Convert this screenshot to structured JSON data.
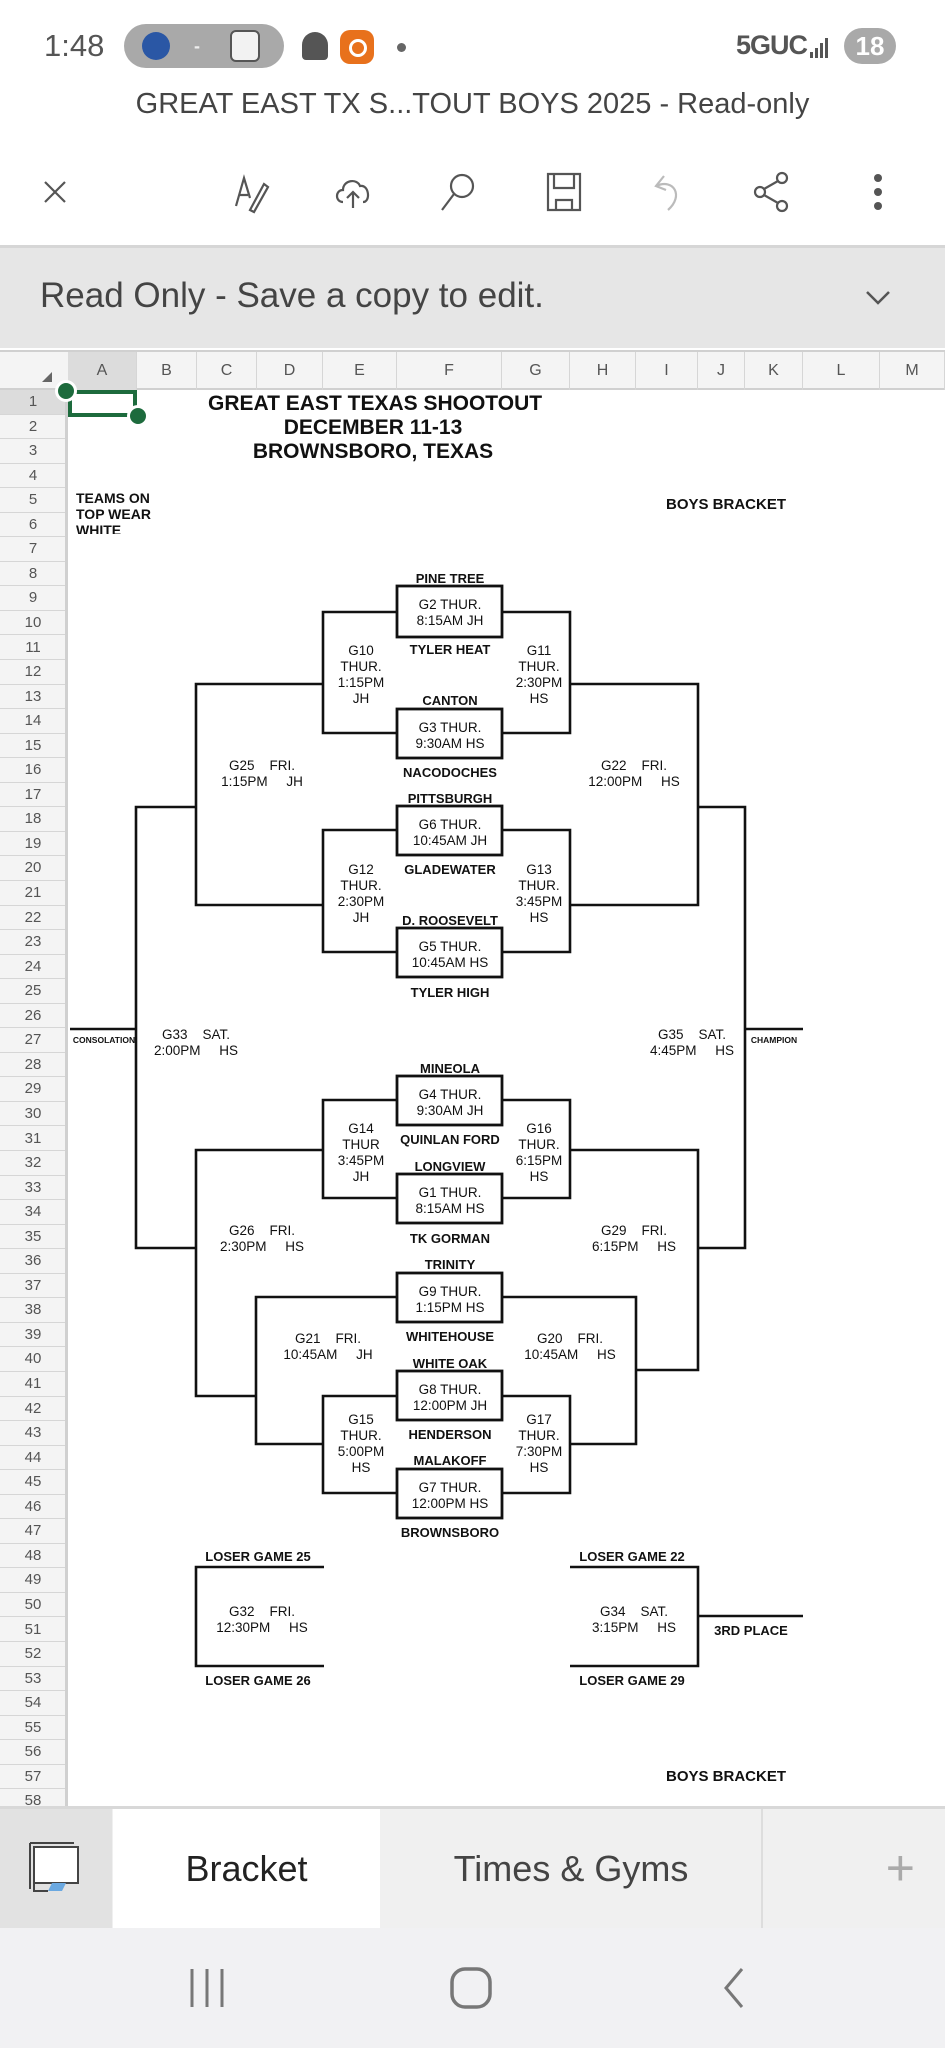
{
  "status_bar": {
    "time": "1:48",
    "live_score_separator": "-",
    "network": "5GUC",
    "battery": "18"
  },
  "document": {
    "title": "GREAT EAST TX S...TOUT BOYS 2025  - Read-only"
  },
  "toolbar": {
    "close": "close",
    "buttons": [
      "edit",
      "upload",
      "search",
      "save",
      "undo",
      "share",
      "more"
    ]
  },
  "banner": {
    "text": "Read Only - Save a copy to edit."
  },
  "sheet": {
    "columns": [
      "A",
      "B",
      "C",
      "D",
      "E",
      "F",
      "G",
      "H",
      "I",
      "J",
      "K",
      "L",
      "M"
    ],
    "rows": [
      "1",
      "2",
      "3",
      "4",
      "5",
      "6",
      "7",
      "8",
      "9",
      "10",
      "11",
      "12",
      "13",
      "14",
      "15",
      "16",
      "17",
      "18",
      "19",
      "20",
      "21",
      "22",
      "23",
      "24",
      "25",
      "26",
      "27",
      "28",
      "29",
      "30",
      "31",
      "32",
      "33",
      "34",
      "35",
      "36",
      "37",
      "38",
      "39",
      "40",
      "41",
      "42",
      "43",
      "44",
      "45",
      "46",
      "47",
      "48",
      "49",
      "50",
      "51",
      "52",
      "53",
      "54",
      "55",
      "56",
      "57",
      "58"
    ],
    "selected_cell": "A1"
  },
  "bracket": {
    "header": {
      "line1": "GREAT EAST TEXAS SHOOTOUT",
      "line2": "DECEMBER 11-13",
      "line3": "BROWNSBORO, TEXAS"
    },
    "note": [
      "TEAMS ON",
      "TOP WEAR",
      "WHITE"
    ],
    "label_top": "BOYS BRACKET",
    "label_bottom": "BOYS BRACKET",
    "teams": {
      "pine_tree": "PINE TREE",
      "tyler_heat": "TYLER HEAT",
      "canton": "CANTON",
      "nacodoches": "NACODOCHES",
      "pittsburgh": "PITTSBURGH",
      "gladewater": "GLADEWATER",
      "d_roosevelt": "D. ROOSEVELT",
      "tyler_high": "TYLER HIGH",
      "mineola": "MINEOLA",
      "quinlan_ford": "QUINLAN FORD",
      "longview": "LONGVIEW",
      "tk_gorman": "TK GORMAN",
      "trinity": "TRINITY",
      "whitehouse": "WHITEHOUSE",
      "white_oak": "WHITE OAK",
      "henderson": "HENDERSON",
      "malakoff": "MALAKOFF",
      "brownsboro": "BROWNSBORO"
    },
    "games": {
      "g2": [
        "G2 THUR.",
        "8:15AM JH"
      ],
      "g3": [
        "G3 THUR.",
        "9:30AM HS"
      ],
      "g6": [
        "G6 THUR.",
        "10:45AM JH"
      ],
      "g5": [
        "G5 THUR.",
        "10:45AM HS"
      ],
      "g4": [
        "G4 THUR.",
        "9:30AM JH"
      ],
      "g1": [
        "G1 THUR.",
        "8:15AM HS"
      ],
      "g9": [
        "G9 THUR.",
        "1:15PM HS"
      ],
      "g8": [
        "G8 THUR.",
        "12:00PM JH"
      ],
      "g7": [
        "G7 THUR.",
        "12:00PM HS"
      ],
      "g10": [
        "G10",
        "THUR.",
        "1:15PM",
        "JH"
      ],
      "g11": [
        "G11",
        "THUR.",
        "2:30PM",
        "HS"
      ],
      "g12": [
        "G12",
        "THUR.",
        "2:30PM",
        "JH"
      ],
      "g13": [
        "G13",
        "THUR.",
        "3:45PM",
        "HS"
      ],
      "g14": [
        "G14",
        "THUR",
        "3:45PM",
        "JH"
      ],
      "g16": [
        "G16",
        "THUR.",
        "6:15PM",
        "HS"
      ],
      "g15": [
        "G15",
        "THUR.",
        "5:00PM",
        "HS"
      ],
      "g17": [
        "G17",
        "THUR.",
        "7:30PM",
        "HS"
      ],
      "g25": [
        "G25    FRI.",
        "1:15PM     JH"
      ],
      "g22": [
        "G22    FRI.",
        "12:00PM     HS"
      ],
      "g26": [
        "G26    FRI.",
        "2:30PM     HS"
      ],
      "g29": [
        "G29    FRI.",
        "6:15PM     HS"
      ],
      "g21": [
        "G21    FRI.",
        "10:45AM     JH"
      ],
      "g20": [
        "G20    FRI.",
        "10:45AM     HS"
      ],
      "g33": [
        "G33    SAT.",
        "2:00PM     HS"
      ],
      "g35": [
        "G35    SAT.",
        "4:45PM     HS"
      ],
      "g32": [
        "G32    FRI.",
        "12:30PM     HS"
      ],
      "g34": [
        "G34    SAT.",
        "3:15PM     HS"
      ]
    },
    "labels": {
      "consolation": "CONSOLATION",
      "champion": "CHAMPION",
      "third_place": "3RD PLACE",
      "loser_25": "LOSER GAME 25",
      "loser_26": "LOSER GAME 26",
      "loser_22": "LOSER GAME 22",
      "loser_29": "LOSER GAME 29"
    }
  },
  "tabs": {
    "items": [
      {
        "label": "Bracket",
        "active": true
      },
      {
        "label": "Times & Gyms",
        "active": false
      }
    ],
    "add": "+"
  },
  "nav": {
    "buttons": [
      "recents",
      "home",
      "back"
    ]
  }
}
